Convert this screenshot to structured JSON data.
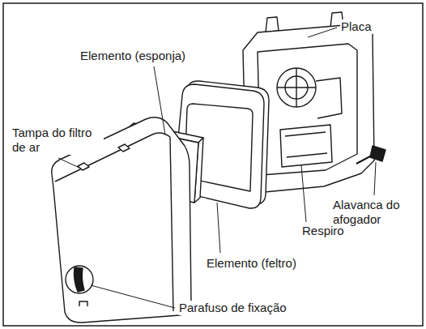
{
  "diagram": {
    "labels": [
      "Placa",
      "Elemento (esponja)",
      "Tampa do filtro de ar",
      "Alavanca do afogador",
      "Respiro",
      "Elemento (feltro)",
      "Parafuso de fixação"
    ]
  }
}
